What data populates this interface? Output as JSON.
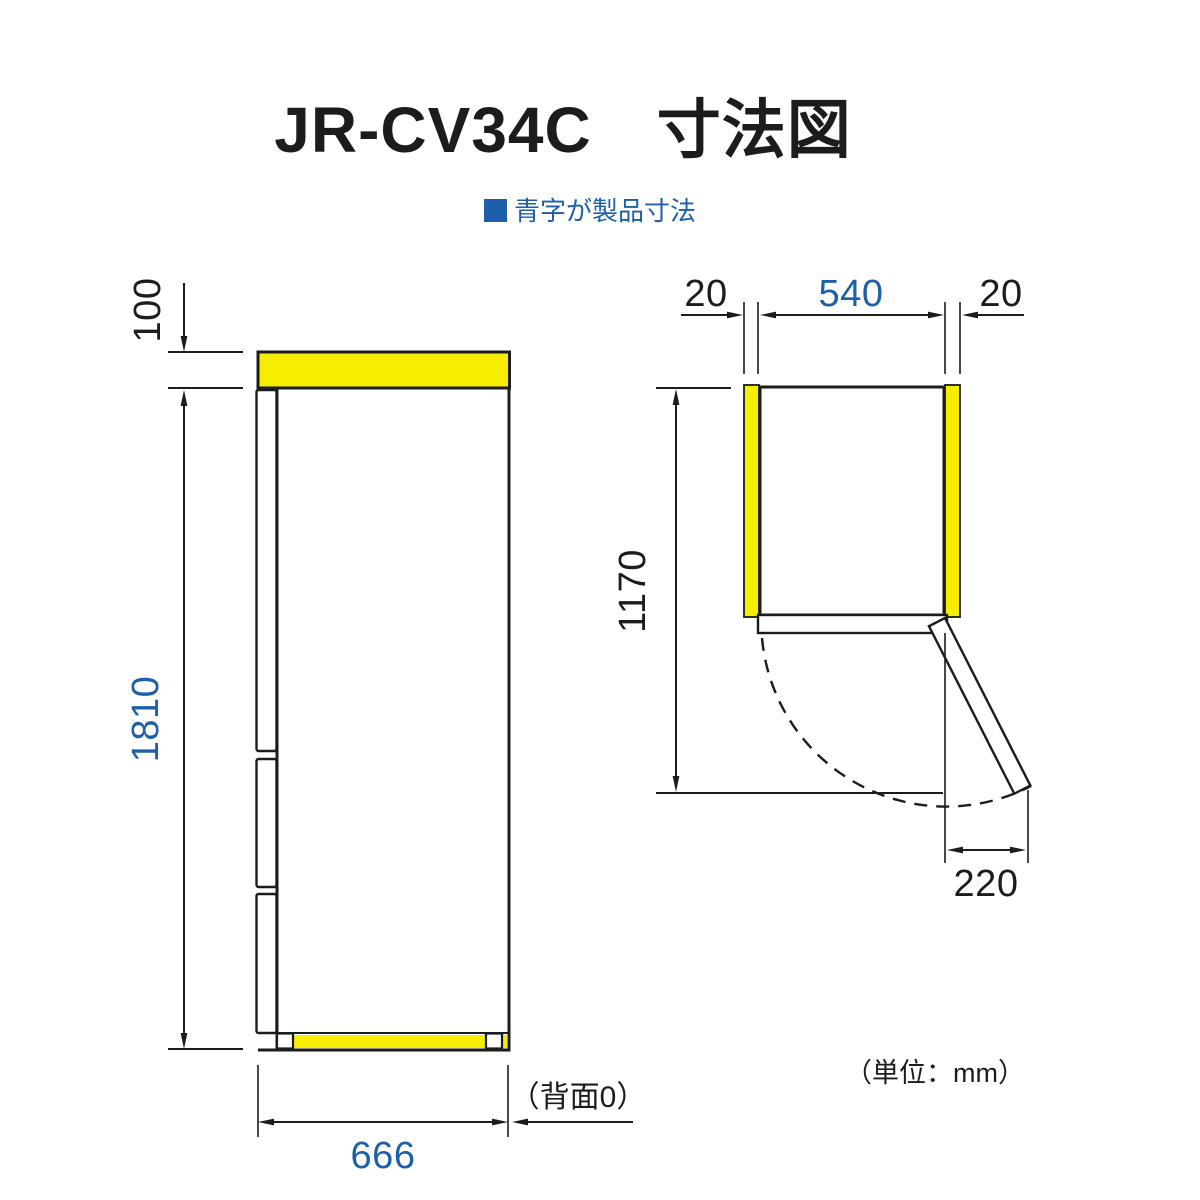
{
  "title": "JR-CV34C　寸法図",
  "legend": {
    "text": "青字が製品寸法"
  },
  "unit_note": "（単位：mm）",
  "colors": {
    "dimension_blue": "#1d5fa9",
    "clearance_yellow": "#f7ed00",
    "line": "#1c1c1c"
  },
  "side_view": {
    "top_clearance_mm": "100",
    "height_mm": "1810",
    "depth_mm": "666",
    "rear_note": "（背面0）"
  },
  "top_view": {
    "left_clearance_mm": "20",
    "width_mm": "540",
    "right_clearance_mm": "20",
    "depth_open_mm": "1170",
    "door_swing_mm": "220"
  }
}
